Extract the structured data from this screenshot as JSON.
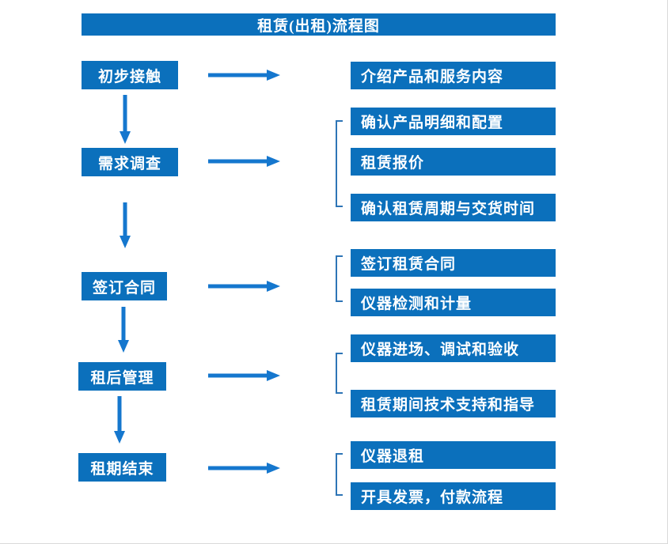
{
  "title": "租赁(出租)流程图",
  "colors": {
    "box_blue": "#0b70bc",
    "arrow_blue": "#1577ce",
    "bracket_blue": "#2e75b6",
    "text_white": "#ffffff",
    "page_bg": "#ffffff"
  },
  "flow": {
    "stages": [
      {
        "label": "初步接触",
        "details": [
          "介绍产品和服务内容"
        ]
      },
      {
        "label": "需求调查",
        "details": [
          "确认产品明细和配置",
          "租赁报价",
          "确认租赁周期与交货时间"
        ]
      },
      {
        "label": "签订合同",
        "details": [
          "签订租赁合同",
          "仪器检测和计量"
        ]
      },
      {
        "label": "租后管理",
        "details": [
          "仪器进场、调试和验收",
          "租赁期间技术支持和指导"
        ]
      },
      {
        "label": "租期结束",
        "details": [
          "仪器退租",
          "开具发票，付款流程"
        ]
      }
    ]
  }
}
